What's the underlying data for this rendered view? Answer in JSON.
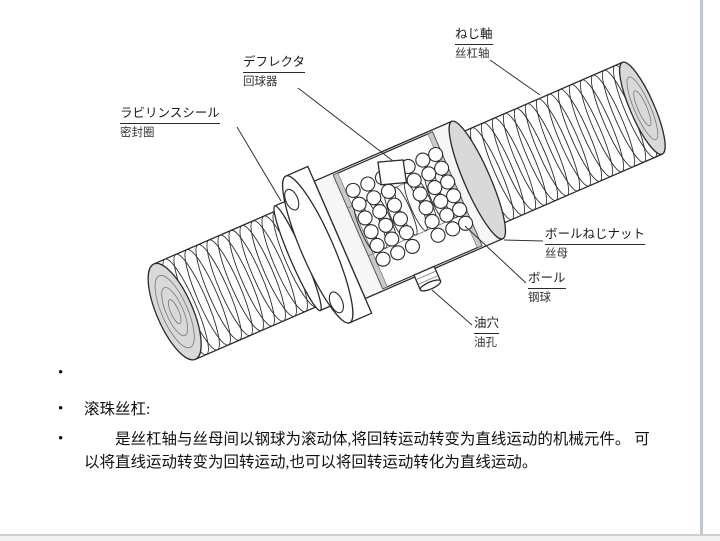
{
  "figure": {
    "labels": {
      "deflector": {
        "jp": "デフレクタ",
        "cn": "回球器"
      },
      "screw_shaft": {
        "jp": "ねじ軸",
        "cn": "丝杠轴"
      },
      "labyrinth_seal": {
        "jp": "ラビリンスシール",
        "cn": "密封圈"
      },
      "ball_screw_nut": {
        "jp": "ボールねじナット",
        "cn": "丝母"
      },
      "ball": {
        "jp": "ボール",
        "cn": "钢球"
      },
      "oil_hole": {
        "jp": "油穴",
        "cn": "油孔"
      }
    }
  },
  "notes": {
    "bullet": "•",
    "item1": "",
    "item2": "滚珠丝杠:",
    "item3": "是丝杠轴与丝母间以钢球为滚动体,将回转运动转变为直线运动的机械元件。 可以将直线运动转变为回转运动,也可以将回转运动转化为直线运动。"
  }
}
